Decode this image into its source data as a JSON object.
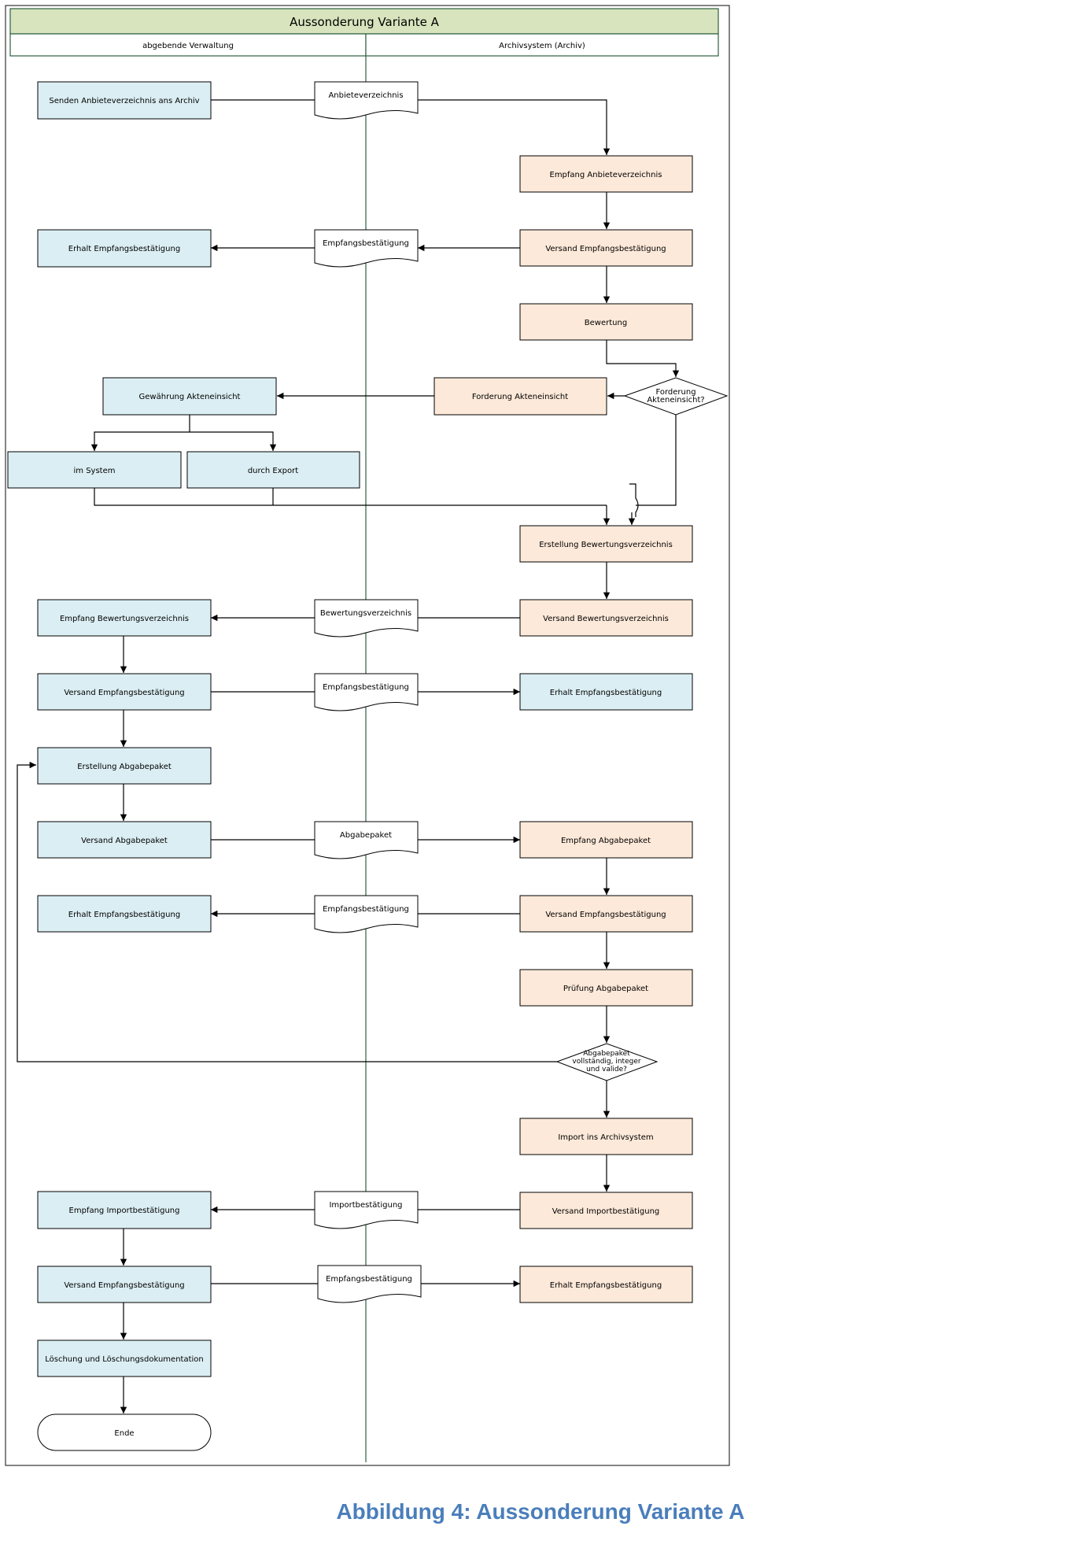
{
  "title": "Aussonderung Variante A",
  "lanes": {
    "left": "abgebende Verwaltung",
    "right": "Archivsystem (Archiv)"
  },
  "colors": {
    "header": "#d7e4bd",
    "lane_border": "#2f5f3f",
    "verwaltung": "#dbeef3",
    "archiv": "#fde9d9",
    "caption": "#4a7ebb"
  },
  "caption": "Abbildung 4: Aussonderung Variante A",
  "steps": {
    "senden_anbieteverzeichnis": "Senden Anbieteverzeichnis ans Archiv",
    "empfang_anbieteverzeichnis": "Empfang Anbieteverzeichnis",
    "versand_empfangsbestaetigung_1": "Versand Empfangsbestätigung",
    "erhalt_empfangsbestaetigung_1": "Erhalt Empfangsbestätigung",
    "bewertung": "Bewertung",
    "forderung_akteneinsicht": "Forderung Akteneinsicht",
    "gewaehrung_akteneinsicht": "Gewährung Akteneinsicht",
    "im_system": "im System",
    "durch_export": "durch Export",
    "erstellung_bewertungsverzeichnis": "Erstellung Bewertungsverzeichnis",
    "versand_bewertungsverzeichnis": "Versand Bewertungsverzeichnis",
    "empfang_bewertungsverzeichnis": "Empfang Bewertungsverzeichnis",
    "versand_empfangsbestaetigung_2": "Versand Empfangsbestätigung",
    "erhalt_empfangsbestaetigung_2": "Erhalt Empfangsbestätigung",
    "erstellung_abgabepaket": "Erstellung Abgabepaket",
    "versand_abgabepaket": "Versand Abgabepaket",
    "empfang_abgabepaket": "Empfang Abgabepaket",
    "versand_empfangsbestaetigung_3": "Versand Empfangsbestätigung",
    "erhalt_empfangsbestaetigung_3": "Erhalt Empfangsbestätigung",
    "pruefung_abgabepaket": "Prüfung Abgabepaket",
    "import_archivsystem": "Import ins Archivsystem",
    "versand_importbestaetigung": "Versand Importbestätigung",
    "empfang_importbestaetigung": "Empfang Importbestätigung",
    "versand_empfangsbestaetigung_4": "Versand Empfangsbestätigung",
    "erhalt_empfangsbestaetigung_4": "Erhalt Empfangsbestätigung",
    "loeschung": "Löschung und Löschungsdokumentation",
    "ende": "Ende"
  },
  "decisions": {
    "forderung_akteneinsicht": [
      "Forderung",
      "Akteneinsicht?"
    ],
    "abgabepaket_valide": [
      "Abgabepaket",
      "vollständig, integer",
      "und valide?"
    ]
  },
  "documents": {
    "anbieteverzeichnis": "Anbieteverzeichnis",
    "empfangsbestaetigung_1": "Empfangsbestätigung",
    "bewertungsverzeichnis": "Bewertungsverzeichnis",
    "empfangsbestaetigung_2": "Empfangsbestätigung",
    "abgabepaket": "Abgabepaket",
    "empfangsbestaetigung_3": "Empfangsbestätigung",
    "importbestaetigung": "Importbestätigung",
    "empfangsbestaetigung_4": "Empfangsbestätigung"
  }
}
